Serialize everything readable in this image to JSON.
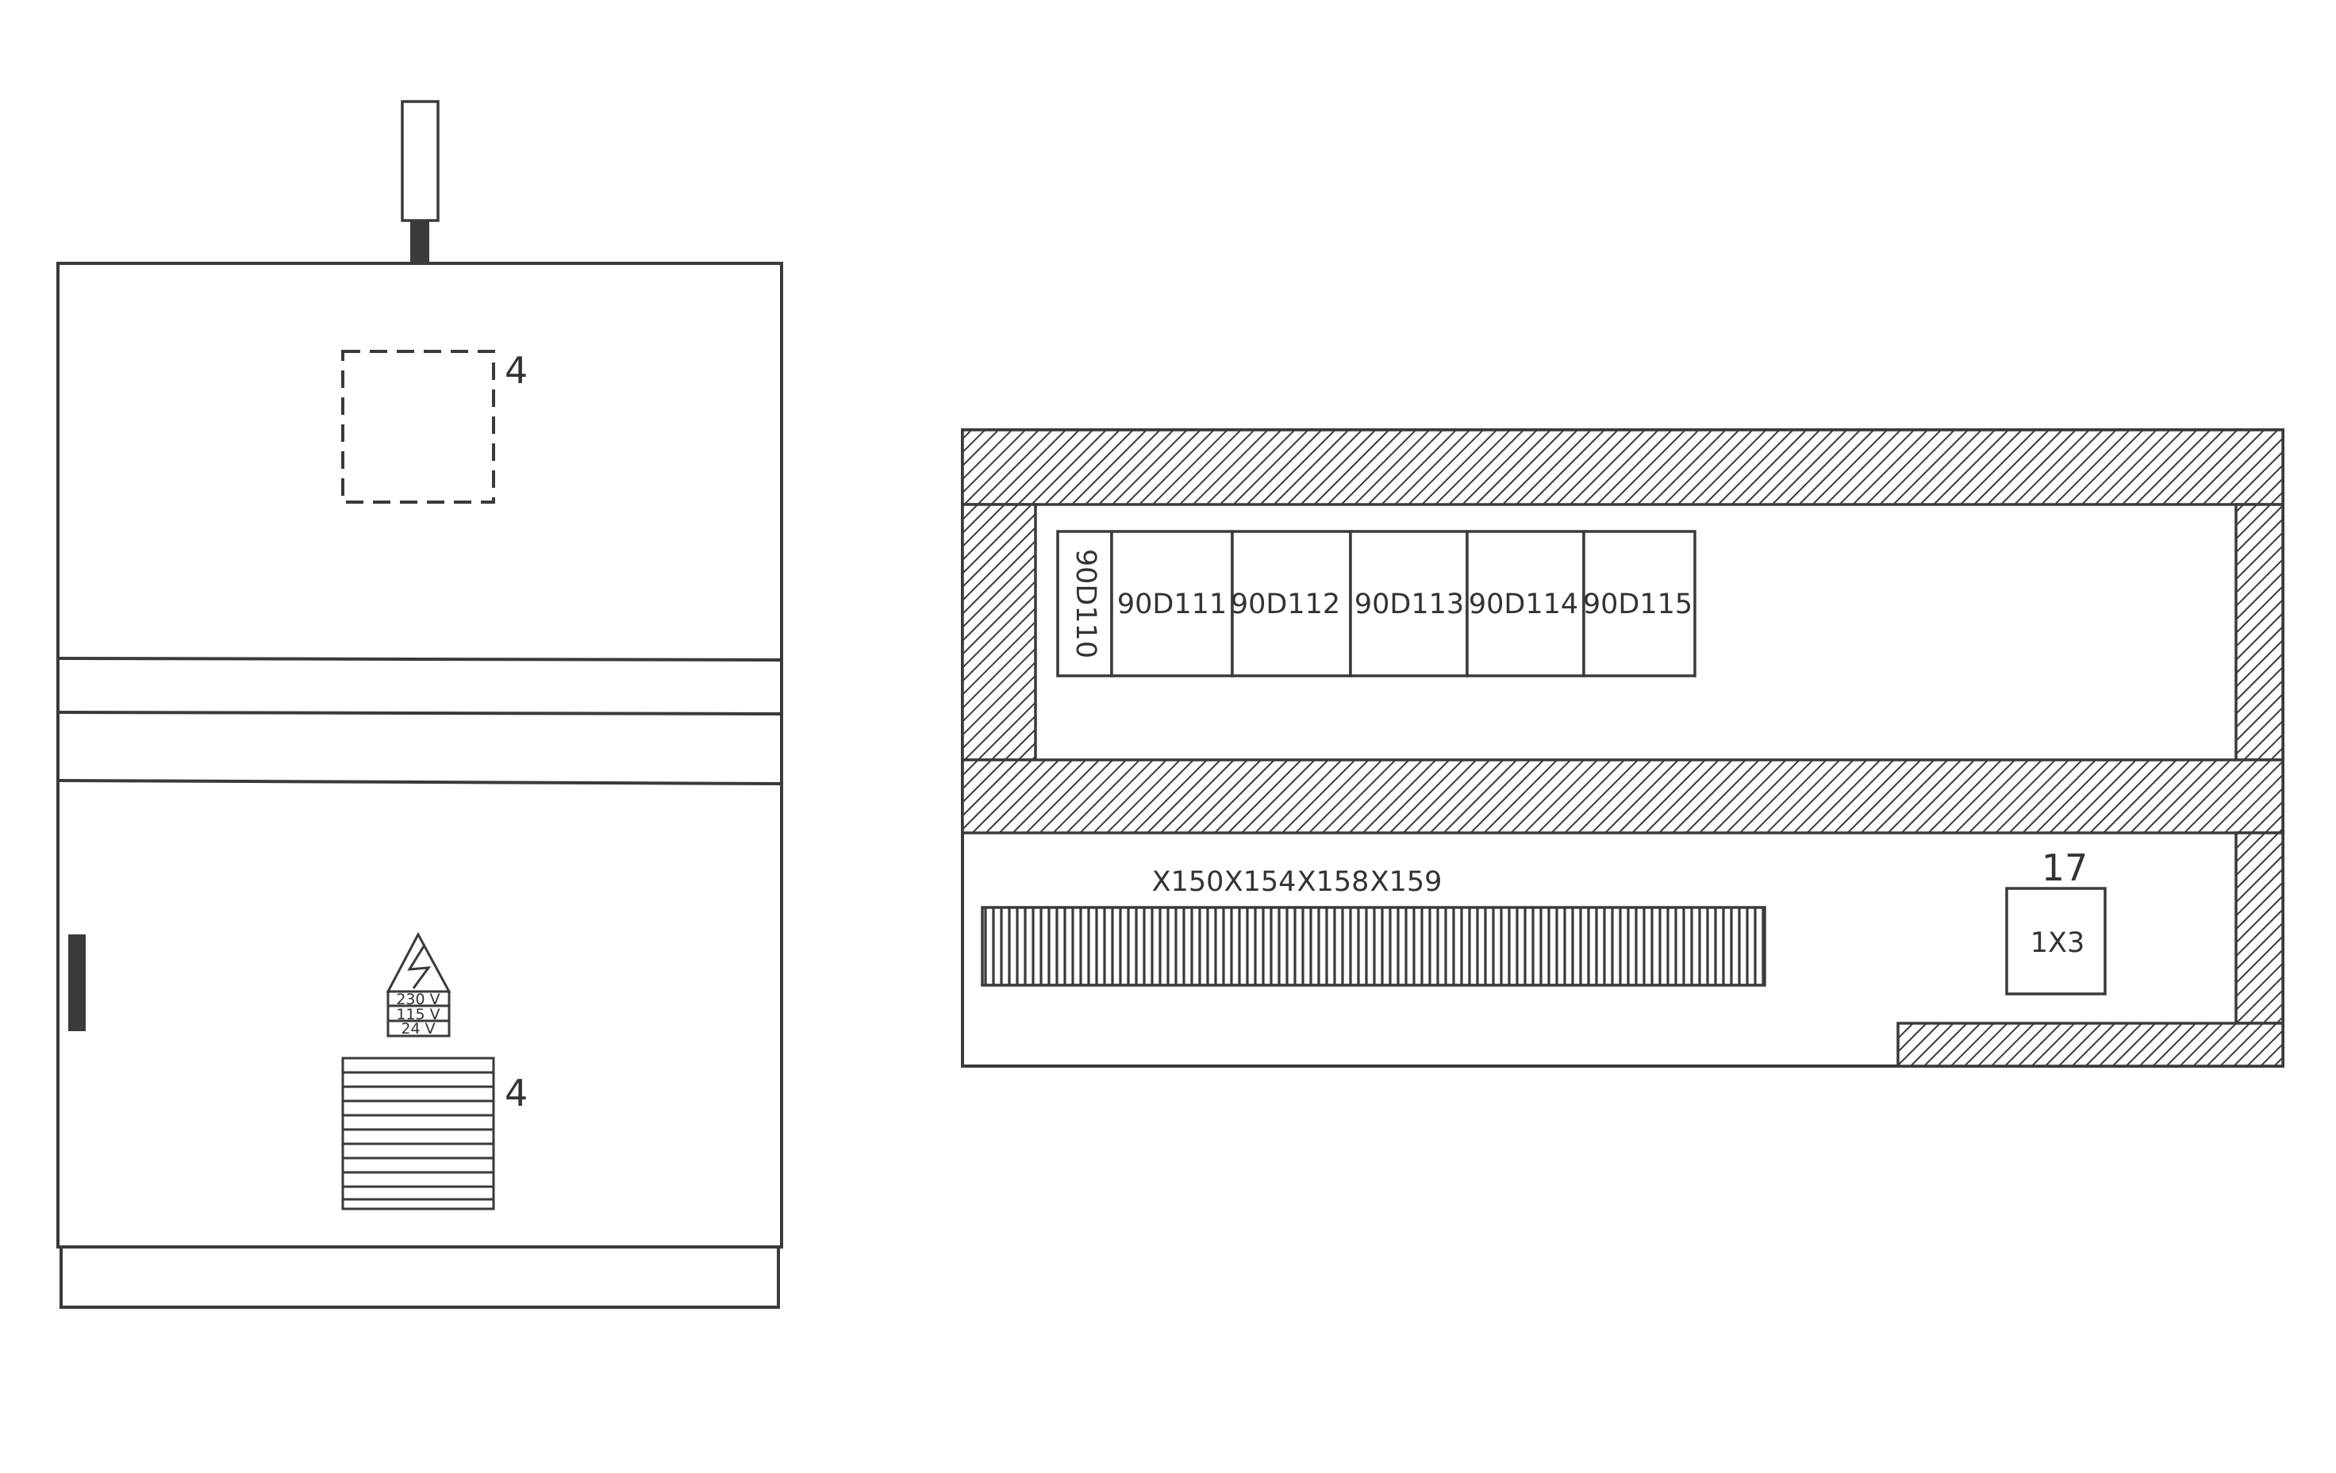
{
  "cabinet_front": {
    "top_callout": "4",
    "bottom_callout": "4",
    "warning_voltages": [
      "230 V",
      "115 V",
      "24 V"
    ]
  },
  "cabinet_interior": {
    "modules": [
      "90D110",
      "90D111",
      "90D112",
      "90D113",
      "90D114",
      "90D115"
    ],
    "terminal_labels": [
      "X150",
      "X154",
      "X158",
      "X159"
    ],
    "socket_callout": "17",
    "socket_label": "1X3"
  }
}
